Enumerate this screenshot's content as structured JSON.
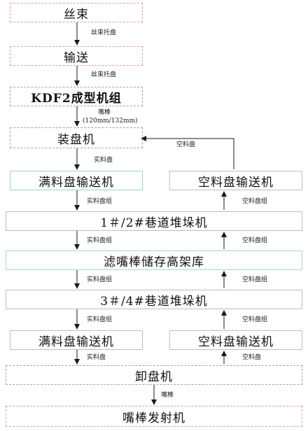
{
  "nodes": {
    "n1": "丝束",
    "n2": "输送",
    "n3": "KDF2成型机组",
    "n4": "装盘机",
    "n5_left": "满料盘输送机",
    "n5_right": "空料盘输送机",
    "n6": "1＃/2#巷道堆垛机",
    "n7": "滤嘴棒储存高架库",
    "n8": "3＃/4#巷道堆垛机",
    "n9_left": "满料盘输送机",
    "n9_right": "空料盘输送机",
    "n10": "卸盘机",
    "n11": "嘴棒发射机"
  },
  "labels": {
    "tow_tray_1": "丝束托盘",
    "tow_tray_2": "丝束托盘",
    "rod_size_1": "嘴棒",
    "rod_size_2": "(120mm/132mm)",
    "empty_tray_top": "空料盘",
    "full_tray_1": "实料盘",
    "full_tray_group_1": "实料盘组",
    "empty_tray_group_1": "空料盘组",
    "full_tray_group_2": "实料盘组",
    "empty_tray_group_2": "空料盘组",
    "full_tray_group_3": "实料盘组",
    "empty_tray_group_3": "空料盘组",
    "full_tray_group_4": "实料盘组",
    "empty_tray_group_4": "空料盘组",
    "full_tray_2": "实料盘",
    "empty_tray_bottom": "空料盘",
    "rod_bottom": "嘴棒"
  }
}
